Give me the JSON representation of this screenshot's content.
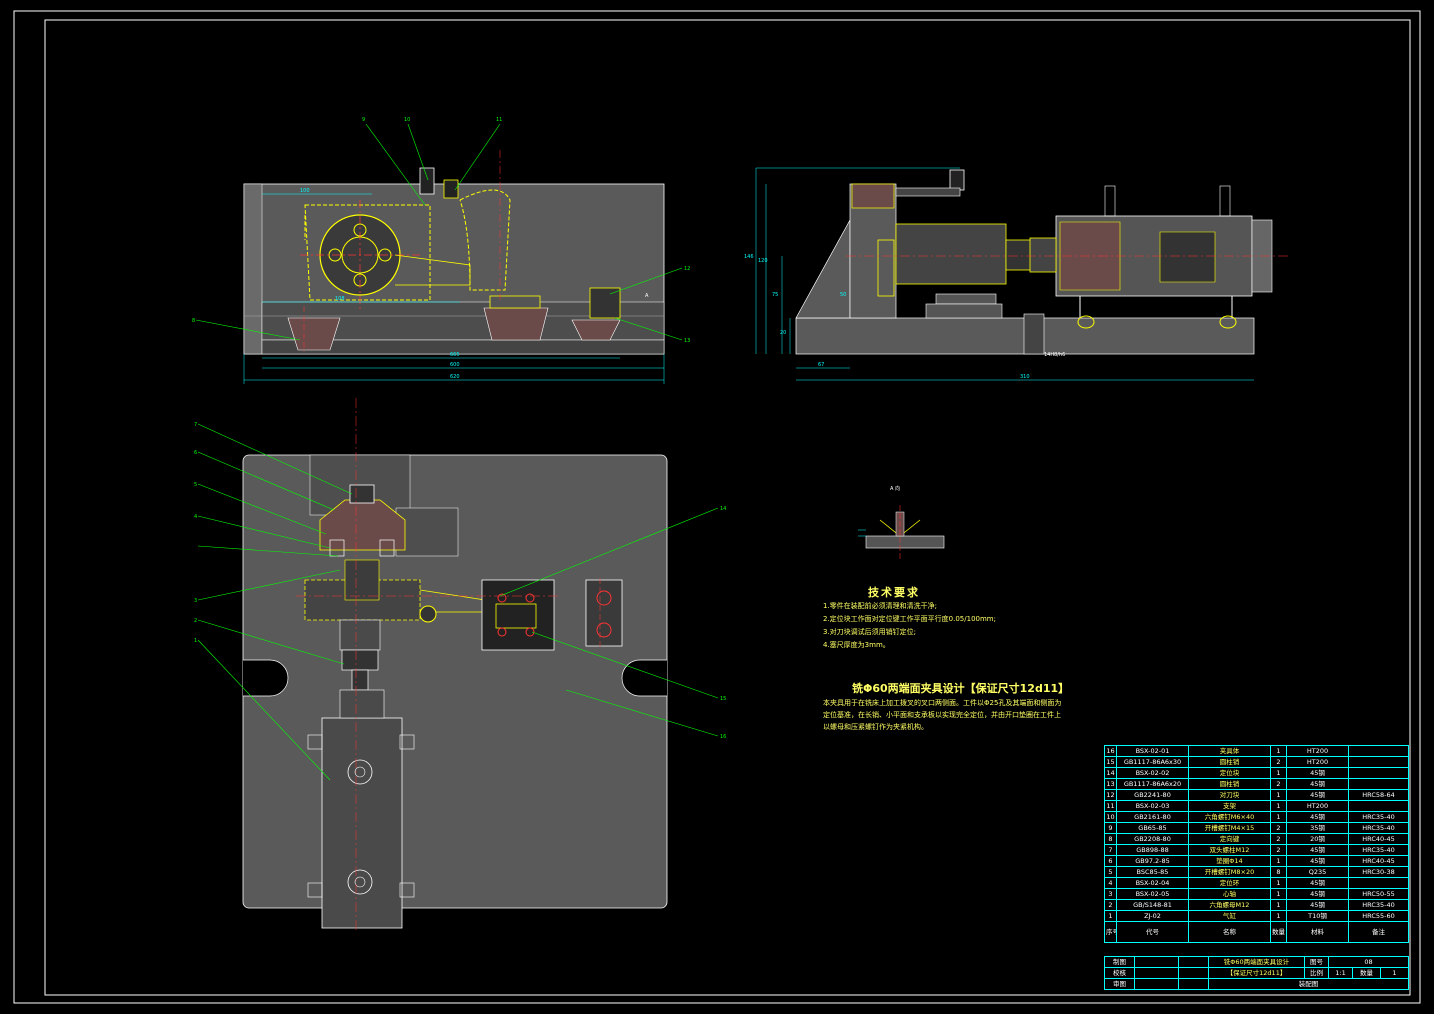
{
  "technical_requirements": {
    "title": "技术要求",
    "items": [
      "1.零件在装配前必须清理和清洗干净;",
      "2.定位块工作面对定位键工作平面平行度0.05/100mm;",
      "3.对刀块调试后须用销钉定位;",
      "4.塞尺厚度为3mm。"
    ]
  },
  "design_note": {
    "title": "铣Φ60两端面夹具设计【保证尺寸12d11】",
    "lines": [
      "本夹具用于在铣床上加工拨叉的叉口两侧面。工件以Φ25孔及其端面和侧面为",
      "定位基准，在长销、小平面和支承板以实现完全定位，并由开口垫圈在工件上",
      "以螺母和压紧螺钉作为夹紧机构。"
    ]
  },
  "section_label": "A 向",
  "bom": {
    "rows": [
      {
        "no": "16",
        "code": "BSX-02-01",
        "name": "夹具体",
        "qty": "1",
        "material": "HT200",
        "note": ""
      },
      {
        "no": "15",
        "code": "GB1117-86A6x30",
        "name": "圆柱销",
        "qty": "2",
        "material": "HT200",
        "note": ""
      },
      {
        "no": "14",
        "code": "BSX-02-02",
        "name": "定位块",
        "qty": "1",
        "material": "45钢",
        "note": ""
      },
      {
        "no": "13",
        "code": "GB1117-86A6x20",
        "name": "圆柱销",
        "qty": "2",
        "material": "45钢",
        "note": ""
      },
      {
        "no": "12",
        "code": "GB2241-80",
        "name": "对刀块",
        "qty": "1",
        "material": "45钢",
        "note": "HRC58-64"
      },
      {
        "no": "11",
        "code": "BSX-02-03",
        "name": "支架",
        "qty": "1",
        "material": "HT200",
        "note": ""
      },
      {
        "no": "10",
        "code": "GB2161-80",
        "name": "六角螺钉M6×40",
        "qty": "1",
        "material": "45钢",
        "note": "HRC35-40"
      },
      {
        "no": "9",
        "code": "GB65-85",
        "name": "开槽螺钉M4×15",
        "qty": "2",
        "material": "35钢",
        "note": "HRC35-40"
      },
      {
        "no": "8",
        "code": "GB2208-80",
        "name": "定向键",
        "qty": "2",
        "material": "20钢",
        "note": "HRC40-45"
      },
      {
        "no": "7",
        "code": "GB898-88",
        "name": "双头螺柱M12",
        "qty": "2",
        "material": "45钢",
        "note": "HRC35-40"
      },
      {
        "no": "6",
        "code": "GB97.2-85",
        "name": "垫圈Φ14",
        "qty": "1",
        "material": "45钢",
        "note": "HRC40-45"
      },
      {
        "no": "5",
        "code": "BSC85-85",
        "name": "开槽螺钉M8×20",
        "qty": "8",
        "material": "Q235",
        "note": "HRC30-38"
      },
      {
        "no": "4",
        "code": "BSX-02-04",
        "name": "定位环",
        "qty": "1",
        "material": "45钢",
        "note": ""
      },
      {
        "no": "3",
        "code": "BSX-02-05",
        "name": "心轴",
        "qty": "1",
        "material": "45钢",
        "note": "HRC50-55"
      },
      {
        "no": "2",
        "code": "GB/S148-81",
        "name": "六角螺母M12",
        "qty": "1",
        "material": "45钢",
        "note": "HRC35-40"
      },
      {
        "no": "1",
        "code": "ZJ-02",
        "name": "气缸",
        "qty": "1",
        "material": "T10钢",
        "note": "HRC55-60"
      }
    ],
    "header": {
      "no": "序号",
      "code": "代号",
      "name": "名称",
      "qty": "数量",
      "material": "材料",
      "note": "备注"
    }
  },
  "title_block": {
    "drawn_label": "制图",
    "checked_label": "校核",
    "approved_label": "审图",
    "title_line1": "铣Φ60两端面夹具设计",
    "title_line2": "【保证尺寸12d11】",
    "drawing_no_label": "图号",
    "drawing_no": "08",
    "scale_label": "比例",
    "scale": "1:1",
    "qty_label": "数量",
    "qty": "1",
    "drawing_name": "装配图"
  },
  "dimensions": {
    "front_top": "100",
    "front_mid": "108",
    "front_b1": "665",
    "front_b2": "600",
    "front_b3": "620",
    "side_total": "310",
    "side_left": "67",
    "side_h1": "146",
    "side_h2": "120",
    "side_h3": "75",
    "side_h4": "50",
    "side_h5": "20",
    "side_fit": "14H8/h6"
  },
  "balloons": [
    "9",
    "10",
    "11",
    "12",
    "13",
    "8",
    "7",
    "6",
    "5",
    "4",
    "3",
    "2",
    "1",
    "14",
    "15",
    "16"
  ],
  "colors": {
    "frame": "#ffffff",
    "yellow": "#ffff00",
    "green": "#00ff00",
    "red": "#ff3333",
    "cyan": "#00ffff",
    "magenta": "#ff00ff",
    "grey": "#808080"
  }
}
